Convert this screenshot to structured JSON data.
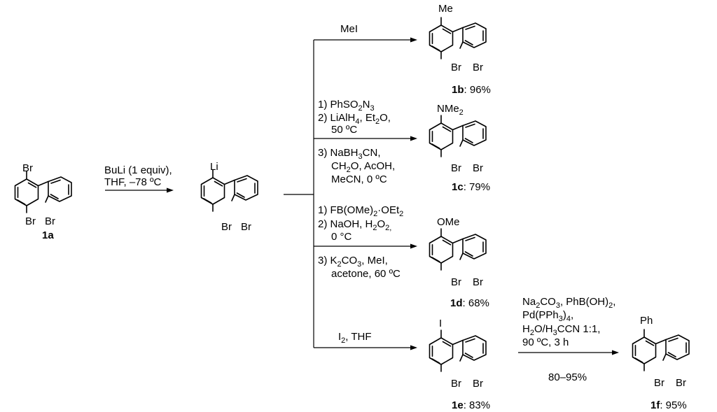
{
  "compounds": {
    "c1a": {
      "label": "1a",
      "sub_top": "Br",
      "sub_bottom_left": "Br",
      "sub_bottom_right": "Br"
    },
    "cLi": {
      "sub_top": "Li",
      "sub_bottom_left": "Br",
      "sub_bottom_right": "Br"
    },
    "c1b": {
      "label": "1b",
      "yield": ": 96%",
      "sub_top": "Me",
      "sub_bottom_left": "Br",
      "sub_bottom_right": "Br"
    },
    "c1c": {
      "label": "1c",
      "yield": ": 79%",
      "sub_top_main": "NMe",
      "sub_top_sub": "2",
      "sub_bottom_left": "Br",
      "sub_bottom_right": "Br"
    },
    "c1d": {
      "label": "1d",
      "yield": ": 68%",
      "sub_top": "OMe",
      "sub_bottom_left": "Br",
      "sub_bottom_right": "Br"
    },
    "c1e": {
      "label": "1e",
      "yield": ": 83%",
      "sub_top": "I",
      "sub_bottom_left": "Br",
      "sub_bottom_right": "Br"
    },
    "c1f": {
      "label": "1f",
      "yield": ": 95%",
      "sub_top": "Ph",
      "sub_bottom_left": "Br",
      "sub_bottom_right": "Br"
    }
  },
  "reagents": {
    "step1": {
      "line1": "BuLi (1 equiv),",
      "line2": "THF, –78 ºC"
    },
    "to_1b": {
      "line1": "MeI"
    },
    "to_1c": {
      "l1a": "1) PhSO",
      "l1b": "2",
      "l1c": "N",
      "l1d": "3",
      "l2a": "2) LiAlH",
      "l2b": "4",
      "l2c": ", Et",
      "l2d": "2",
      "l2e": "O,",
      "l3": "50 ºC",
      "l4": "3) NaBH",
      "l4b": "3",
      "l4c": "CN,",
      "l5a": "CH",
      "l5b": "2",
      "l5c": "O, AcOH,",
      "l6": "MeCN, 0 ºC"
    },
    "to_1d": {
      "l1a": "1) FB(OMe)",
      "l1b": "2",
      "l1c": "·OEt",
      "l1d": "2",
      "l2a": "2) NaOH, H",
      "l2b": "2",
      "l2c": "O",
      "l2d": "2,",
      "l3": "0 °C",
      "l4a": "3) K",
      "l4b": "2",
      "l4c": "CO",
      "l4d": "3",
      "l4e": ", MeI,",
      "l5": "acetone, 60 ºC"
    },
    "to_1e": {
      "l1a": "I",
      "l1b": "2",
      "l1c": ", THF"
    },
    "to_1f": {
      "l1a": "Na",
      "l1b": "2",
      "l1c": "CO",
      "l1d": "3",
      "l1e": ", PhB(OH)",
      "l1f": "2",
      "l1g": ",",
      "l2a": "Pd(PPh",
      "l2b": "3",
      "l2c": ")",
      "l2d": "4",
      "l2e": ",",
      "l3a": "H",
      "l3b": "2",
      "l3c": "O/H",
      "l3d": "3",
      "l3e": "CCN 1:1,",
      "l4": "90 ºC, 3 h",
      "yield": "80–95%"
    }
  }
}
